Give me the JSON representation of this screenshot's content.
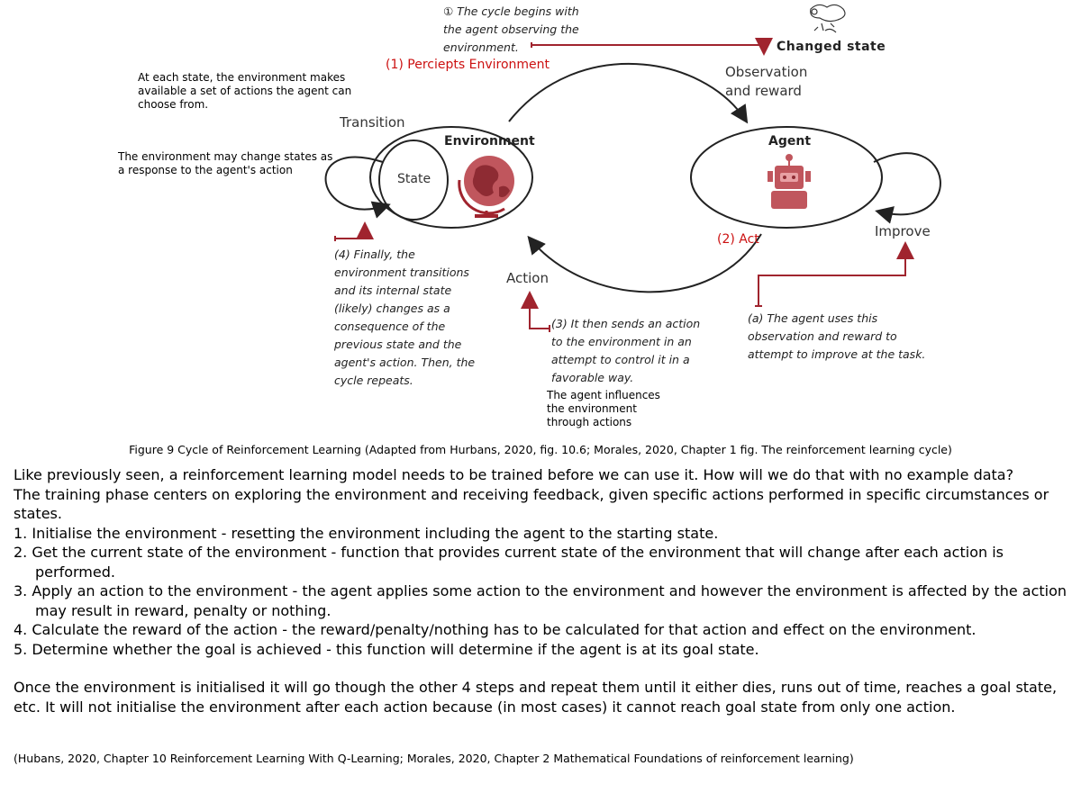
{
  "diagram": {
    "note_top": [
      "① The cycle begins with",
      "the agent observing the",
      "environment."
    ],
    "changed_state": "Changed state",
    "observation_reward": [
      "Observation",
      "and reward"
    ],
    "perciepts_environment": "(1) Perciepts Environment",
    "environment_note": [
      "At each state, the environment makes",
      "available a set of actions the agent can",
      "choose from."
    ],
    "transition": "Transition",
    "state_change_note": [
      "The environment may change states as",
      "a response to the agent's action"
    ],
    "environment_title": "Environment",
    "state_label": "State",
    "agent_title": "Agent",
    "act": "(2) Act",
    "improve": "Improve",
    "action": "Action",
    "note_finally": [
      "(4) Finally, the",
      "environment transitions",
      "and its internal state",
      "(likely) changes as a",
      "consequence of the",
      "previous state and the",
      "agent's action. Then, the",
      "cycle repeats."
    ],
    "note_sends": [
      "(3) It then sends an action",
      "to the environment in an",
      "attempt to control it in a",
      "favorable way."
    ],
    "agent_influences": [
      "The agent influences",
      "the environment",
      "through actions"
    ],
    "note_improve": [
      "(a) The agent uses this",
      "observation and reward to",
      "attempt to improve at the task."
    ],
    "colors": {
      "accent": "#a0242e",
      "red_text": "#cc1111",
      "robot": "#c0565d"
    },
    "icons": [
      "globe-icon",
      "robot-icon",
      "changed-state-icon"
    ]
  },
  "caption": "Figure 9 Cycle of Reinforcement Learning (Adapted from Hurbans, 2020, fig. 10.6; Morales, 2020, Chapter 1 fig. The reinforcement learning cycle)",
  "body": {
    "intro": "Like previously seen, a reinforcement learning model needs to be trained before we can use it. How will we do that with no example data?",
    "training": "The training phase centers on exploring the environment and receiving feedback, given specific actions performed in specific circumstances or states.",
    "steps": [
      "1. Initialise the environment - resetting the environment including the agent to the starting state.",
      "2. Get the current state of the environment - function that provides current state of the environment that will change after each action is performed.",
      "3. Apply an action to the environment - the agent applies some action to the environment and however the environment is affected by the action may result in reward, penalty or nothing.",
      "4. Calculate the reward of the action - the reward/penalty/nothing has to be calculated for that action and effect on the environment.",
      "5. Determine whether the goal is achieved - this function will determine if the agent is at its goal state."
    ],
    "conclusion": "Once the environment is initialised it will go though the other 4 steps and repeat them until it either dies, runs out of time, reaches a goal state, etc. It will not initialise the environment after each action because (in most cases) it cannot reach goal state from only one action."
  },
  "reference": "(Hubans, 2020, Chapter 10 Reinforcement Learning With Q-Learning; Morales, 2020, Chapter 2 Mathematical Foundations of reinforcement learning)"
}
